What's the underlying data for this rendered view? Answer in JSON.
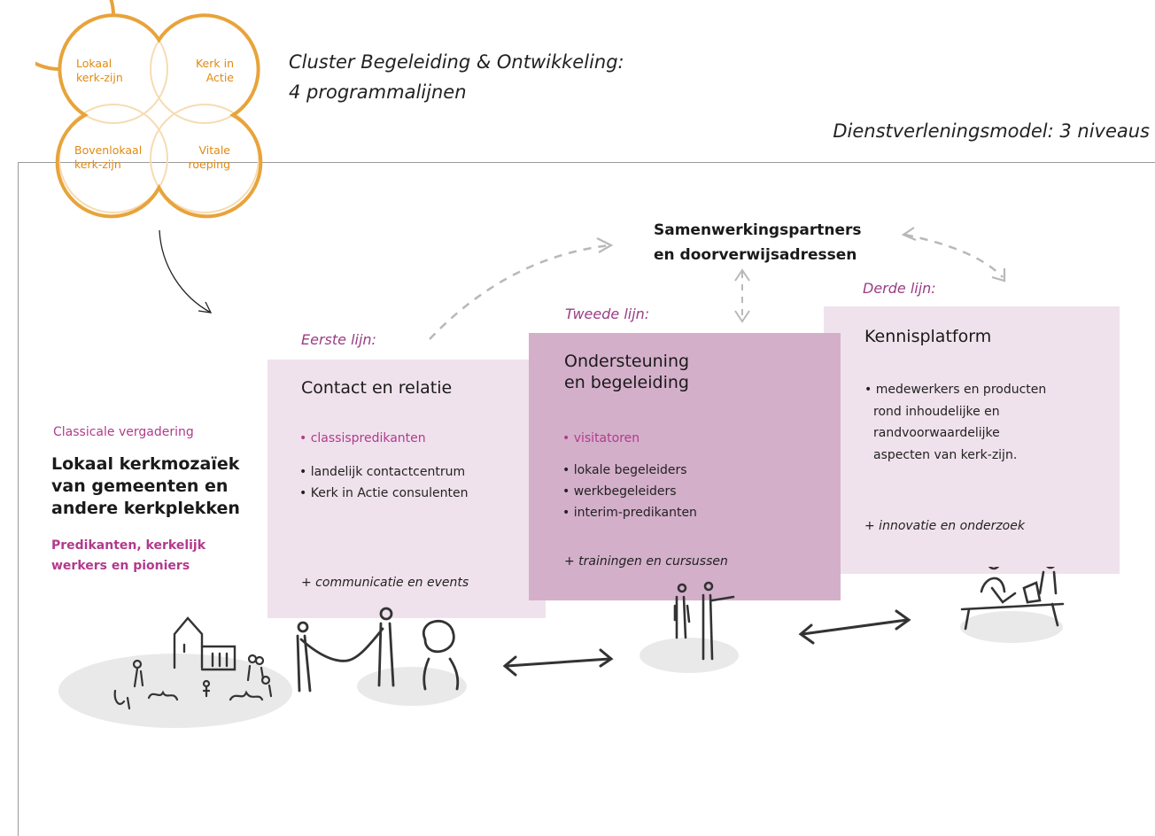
{
  "venn": {
    "labels": {
      "top_left": "Lokaal kerk-zijn",
      "top_right": "Kerk in Actie",
      "bottom_left": "Bovenlokaal kerk-zijn",
      "bottom_right": "Vitale roeping"
    },
    "color": "#e8a33a"
  },
  "header": {
    "cluster_line1": "Cluster Begeleiding & Ontwikkeling:",
    "cluster_line2": "4 programmalijnen",
    "service_model": "Dienstverleningsmodel: 3 niveaus"
  },
  "partners": {
    "line1": "Samenwerkingspartners",
    "line2": "en doorverwijsadressen"
  },
  "left_panel": {
    "classical_meeting": "Classicale vergadering",
    "mosaic_line1": "Lokaal kerkmozaïek",
    "mosaic_line2": "van gemeenten en",
    "mosaic_line3": "andere kerkplekken",
    "workers_line1": "Predikanten, kerkelijk",
    "workers_line2": "werkers en pioniers"
  },
  "first_line": {
    "label": "Eerste lijn:",
    "title": "Contact en relatie",
    "highlight": "• classispredikanten",
    "items": [
      "landelijk contactcentrum",
      "Kerk in Actie consulenten"
    ],
    "plus": "+ communicatie en events",
    "bg": "#f0e2ec"
  },
  "second_line": {
    "label": "Tweede lijn:",
    "title_line1": "Ondersteuning",
    "title_line2": "en begeleiding",
    "highlight": "• visitatoren",
    "items": [
      "lokale begeleiders",
      "werkbegeleiders",
      "interim-predikanten"
    ],
    "plus": "+ trainingen en cursussen",
    "bg": "#d4afca"
  },
  "third_line": {
    "label": "Derde lijn:",
    "title": "Kennisplatform",
    "item_lines": [
      "• medewerkers en producten",
      "rond inhoudelijke en",
      "randvoorwaardelijke",
      "aspecten van kerk-zijn."
    ],
    "plus": "+ innovatie en onderzoek",
    "bg": "#f0e2ec"
  }
}
